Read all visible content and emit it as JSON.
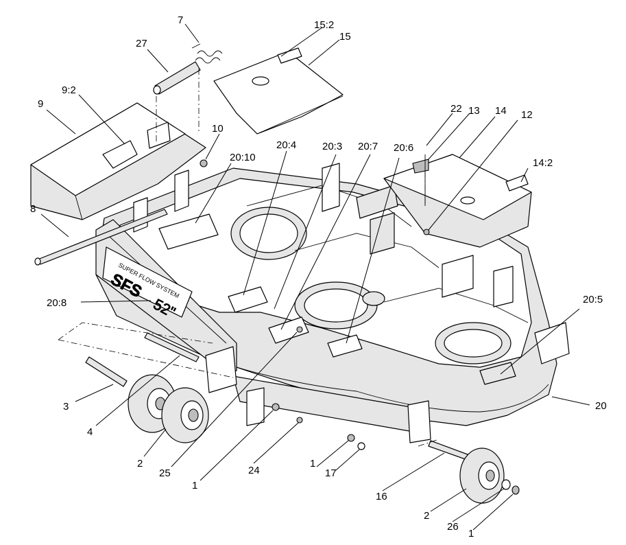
{
  "decal": {
    "line1": "SUPER FLOW SYSTEM",
    "logo": "SFS",
    "size": "52\""
  },
  "callouts": [
    {
      "id": "c-7",
      "label": "7"
    },
    {
      "id": "c-27",
      "label": "27"
    },
    {
      "id": "c-15-2",
      "label": "15:2"
    },
    {
      "id": "c-15",
      "label": "15"
    },
    {
      "id": "c-9-2",
      "label": "9:2"
    },
    {
      "id": "c-9",
      "label": "9"
    },
    {
      "id": "c-10",
      "label": "10"
    },
    {
      "id": "c-20-4",
      "label": "20:4"
    },
    {
      "id": "c-20-3",
      "label": "20:3"
    },
    {
      "id": "c-20-7",
      "label": "20:7"
    },
    {
      "id": "c-20-6",
      "label": "20:6"
    },
    {
      "id": "c-22",
      "label": "22"
    },
    {
      "id": "c-13",
      "label": "13"
    },
    {
      "id": "c-14",
      "label": "14"
    },
    {
      "id": "c-12",
      "label": "12"
    },
    {
      "id": "c-20-10",
      "label": "20:10"
    },
    {
      "id": "c-14-2",
      "label": "14:2"
    },
    {
      "id": "c-8",
      "label": "8"
    },
    {
      "id": "c-20-8",
      "label": "20:8"
    },
    {
      "id": "c-20-5",
      "label": "20:5"
    },
    {
      "id": "c-20",
      "label": "20"
    },
    {
      "id": "c-3",
      "label": "3"
    },
    {
      "id": "c-4",
      "label": "4"
    },
    {
      "id": "c-2a",
      "label": "2"
    },
    {
      "id": "c-25",
      "label": "25"
    },
    {
      "id": "c-1a",
      "label": "1"
    },
    {
      "id": "c-24",
      "label": "24"
    },
    {
      "id": "c-1b",
      "label": "1"
    },
    {
      "id": "c-17",
      "label": "17"
    },
    {
      "id": "c-16",
      "label": "16"
    },
    {
      "id": "c-2b",
      "label": "2"
    },
    {
      "id": "c-26",
      "label": "26"
    },
    {
      "id": "c-1c",
      "label": "1"
    }
  ]
}
